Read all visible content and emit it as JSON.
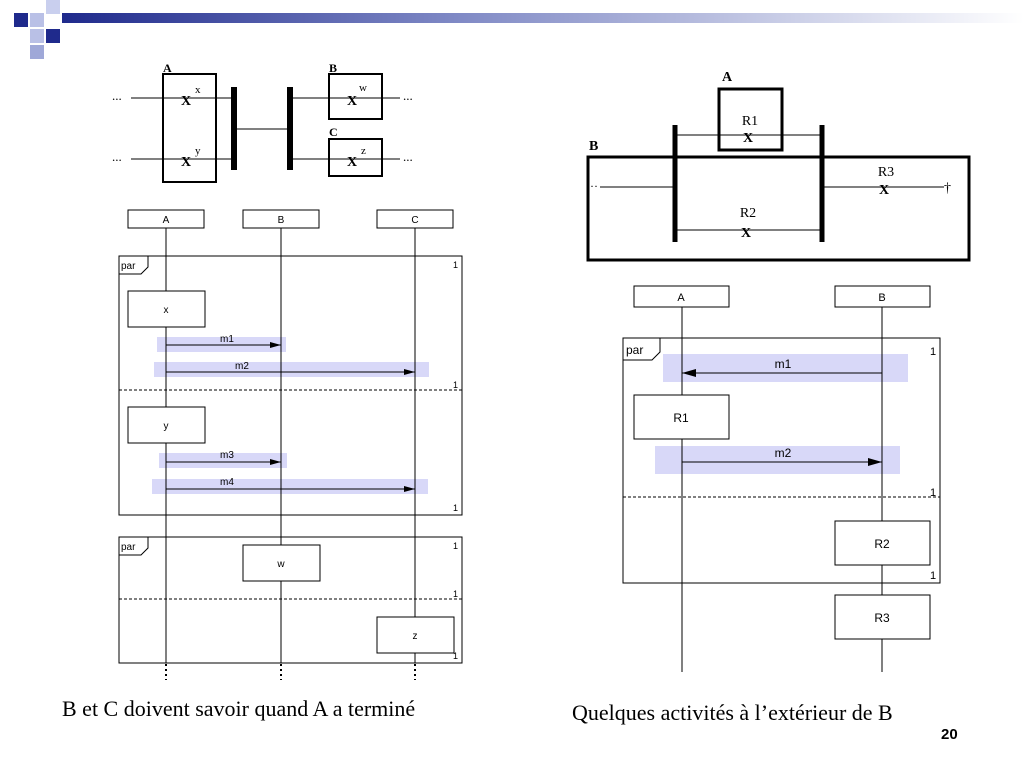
{
  "slide": {
    "caption_left": "B et C doivent savoir quand A a terminé",
    "caption_right": "Quelques activités à l’extérieur de B",
    "page_number": "20"
  },
  "left_structure": {
    "boxes": [
      {
        "label": "A",
        "items": [
          {
            "name": "X",
            "sup": "x"
          },
          {
            "name": "X",
            "sup": "y"
          }
        ]
      },
      {
        "label": "B",
        "items": [
          {
            "name": "X",
            "sup": "w"
          }
        ]
      },
      {
        "label": "C",
        "items": [
          {
            "name": "X",
            "sup": "z"
          }
        ]
      }
    ],
    "ellipsis": "..."
  },
  "left_sequence": {
    "lifelines": [
      "A",
      "B",
      "C"
    ],
    "frame1": {
      "operator": "par",
      "corner_top": "1",
      "corner_mid": "1",
      "corner_bottom": "1"
    },
    "frame2": {
      "operator": "par",
      "corner_top": "1",
      "corner_mid": "1",
      "corner_bottom": "1"
    },
    "activities": [
      "x",
      "y",
      "w",
      "z"
    ],
    "messages": [
      "m1",
      "m2",
      "m3",
      "m4"
    ]
  },
  "right_structure": {
    "outer_label": "B",
    "inner_label": "A",
    "regions": [
      {
        "name": "R1",
        "mark": "X"
      },
      {
        "name": "R2",
        "mark": "X"
      },
      {
        "name": "R3",
        "mark": "X"
      }
    ],
    "dotted_start": "··",
    "end_marker": "†"
  },
  "right_sequence": {
    "lifelines": [
      "A",
      "B"
    ],
    "frame": {
      "operator": "par",
      "corner_top": "1",
      "corner_mid": "1",
      "corner_bottom": "1"
    },
    "activities": [
      "R1",
      "R2",
      "R3"
    ],
    "messages": [
      "m1",
      "m2"
    ]
  },
  "colors": {
    "highlight": "#d8d8f8",
    "deco_dark": "#1f2a8c",
    "deco_light": "#9fa8d8"
  }
}
